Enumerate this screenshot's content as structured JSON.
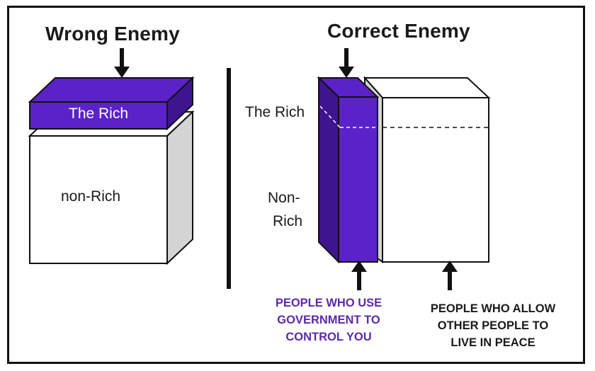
{
  "left": {
    "title": "Wrong Enemy",
    "top_block_label": "The Rich",
    "bottom_block_label": "non-Rich"
  },
  "right": {
    "title": "Correct Enemy",
    "rich_label": "The Rich",
    "nonrich_label_line1": "Non-",
    "nonrich_label_line2": "Rich",
    "caption_left": [
      "PEOPLE WHO USE",
      "GOVERNMENT TO",
      "CONTROL YOU"
    ],
    "caption_right": [
      "PEOPLE WHO ALLOW",
      "OTHER PEOPLE TO",
      "LIVE IN PEACE"
    ]
  },
  "colors": {
    "purple": "#5a22c8",
    "purple_dark": "#3e148f",
    "caption_purple": "#5b2aa8",
    "side_gray": "#d4d4d4",
    "outline": "#111111"
  },
  "icons": [
    "down-arrow-icon",
    "up-arrow-icon"
  ]
}
